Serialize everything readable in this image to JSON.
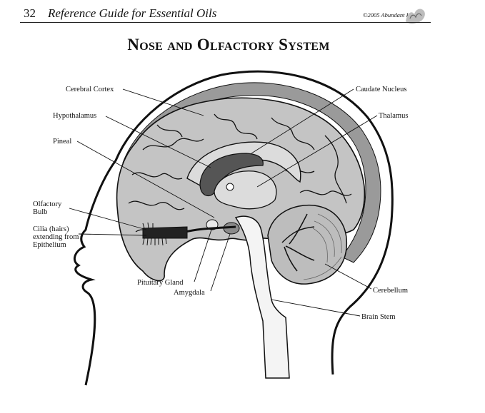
{
  "header": {
    "page_number": "32",
    "book_title": "Reference Guide for Essential Oils",
    "copyright": "©2005 Abundant Health"
  },
  "title": "Nose and Olfactory System",
  "labels": {
    "cerebral_cortex": "Cerebral Cortex",
    "hypothalamus": "Hypothalamus",
    "pineal": "Pineal",
    "olfactory_bulb_1": "Olfactory",
    "olfactory_bulb_2": "Bulb",
    "cilia_1": "Cilia (hairs)",
    "cilia_2": "extending from",
    "cilia_3": "Epithelium",
    "pituitary_gland": "Pituitary Gland",
    "amygdala": "Amygdala",
    "caudate_nucleus": "Caudate Nucleus",
    "thalamus": "Thalamus",
    "cerebellum": "Cerebellum",
    "brain_stem": "Brain Stem"
  },
  "colors": {
    "ink": "#111111",
    "skull_gray": "#9a9a9a",
    "brain_gray": "#c4c4c4",
    "dark_gray": "#555555",
    "light_gray": "#dcdcdc"
  }
}
